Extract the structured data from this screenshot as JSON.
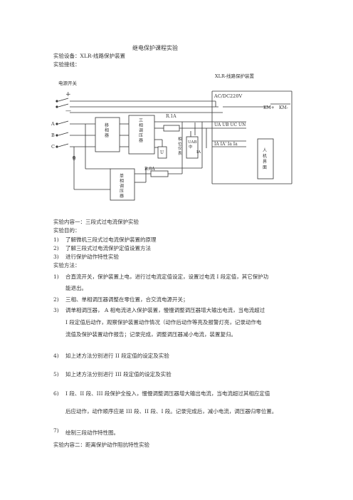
{
  "doc": {
    "title": "继电保护课程实验",
    "equipment": "实验设备：XLR-线路保护装置",
    "wiring": "实验接线："
  },
  "diagram": {
    "device_title": "XLR-线路保护装置",
    "power_switch": "电源开关",
    "plus": "+",
    "minus": "—",
    "phases": [
      "A",
      "B",
      "C",
      "0"
    ],
    "box_shifter": "移相器",
    "box_three_phase": "三相调压器",
    "box_single_phase": "单相调压器",
    "box_u": "U",
    "box_phase_meter": "相位仪表",
    "box_uab": "UAB",
    "box_ia": "IA",
    "mid": "中",
    "res1": "R.1A",
    "res2": "R.8A",
    "ac_dc": "AC/DC220V",
    "km_plus": "KM+",
    "km_minus": "KM-",
    "terminals_u": "UA  UB  UC  UN",
    "terminals_i": "IA  IA'  Ia  Ia",
    "interface": "人机界面"
  },
  "content1": {
    "heading": "实验内容一：三段式过电流保护实验",
    "purpose": "实验目的：",
    "purposes": [
      {
        "n": "1)",
        "text": "了解微机三段式过电流保护装置的原理"
      },
      {
        "n": "2)",
        "text": "了解三段式过电流保护定值设置方法"
      },
      {
        "n": "3)",
        "text": "进行保护动作特性实验"
      }
    ],
    "method": "实验方法：",
    "steps": [
      {
        "n": "1)",
        "lines": [
          "合直流开关，保护装置上电，进行过电流定值设定，设置过电流 I 段定值，其它保护功",
          "能退出。"
        ]
      },
      {
        "n": "2)",
        "lines": [
          "三相、单相调压器调整在零位置，合交流电源开关；"
        ]
      },
      {
        "n": "3)",
        "lines": [
          "调单相调压器， A 相电流进入保护装置，慢慢调整调压器增大输出电流，当电流超过",
          "I 段定值后动作，观察保护装置动作情况（动作后动作等亮及报警灯亮，记录动作电",
          "流值及保护装置动作报告；记录完成，调整调压器减小电流，装置复归。"
        ]
      },
      {
        "n": "4)",
        "lines": [
          "如上述方法分别进行 II 段定值的设定及实验"
        ]
      },
      {
        "n": "5)",
        "lines": [
          "如上述方法分别进行 III 段定值的设定及实验"
        ]
      },
      {
        "n": "6)",
        "lines": [
          "I 段、II 段、III 段保护全投入，慢慢调整调压器增大输出电流，当电流超过其相应定值",
          "后应动作，动作顺序应是 III 段、II 段、I 段。记录完成后，减小电流，调压器归零位置。"
        ]
      },
      {
        "n": "7)",
        "lines": [
          "绘制三段动作特性图。"
        ]
      }
    ]
  },
  "content2": {
    "heading": "实验内容二：距离保护动作阻抗特性实验"
  }
}
